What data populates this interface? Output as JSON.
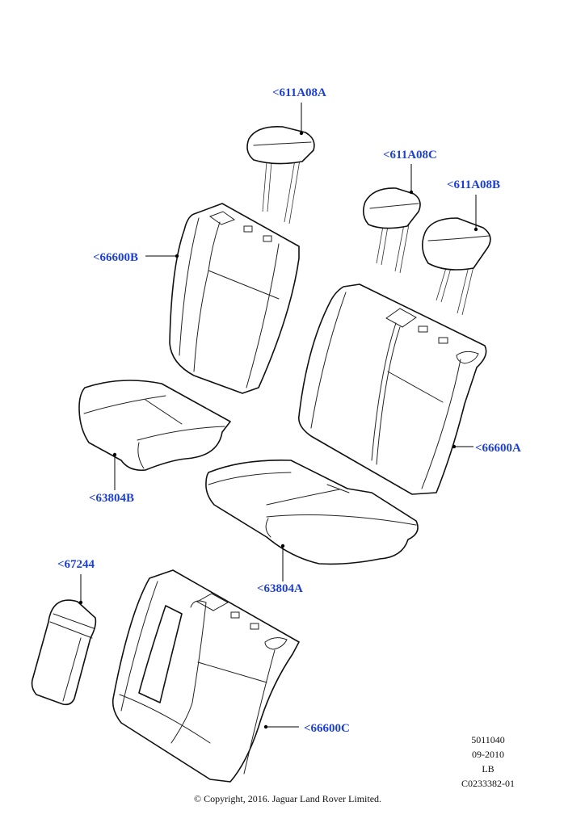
{
  "callouts": {
    "headrest_center": "<611A08A",
    "headrest_left": "<611A08C",
    "headrest_right": "<611A08B",
    "backrest_small": "<66600B",
    "backrest_large": "<66600A",
    "cushion_small": "<63804B",
    "cushion_large": "<63804A",
    "armrest": "<67244",
    "backrest_bottom": "<66600C"
  },
  "meta": {
    "number": "5011040",
    "date": "09-2010",
    "code": "LB",
    "ref": "C0233382-01"
  },
  "copyright": "© Copyright, 2016. Jaguar Land Rover Limited.",
  "colors": {
    "callout": "#1c3fd6",
    "line": "#111111",
    "background": "#ffffff"
  }
}
